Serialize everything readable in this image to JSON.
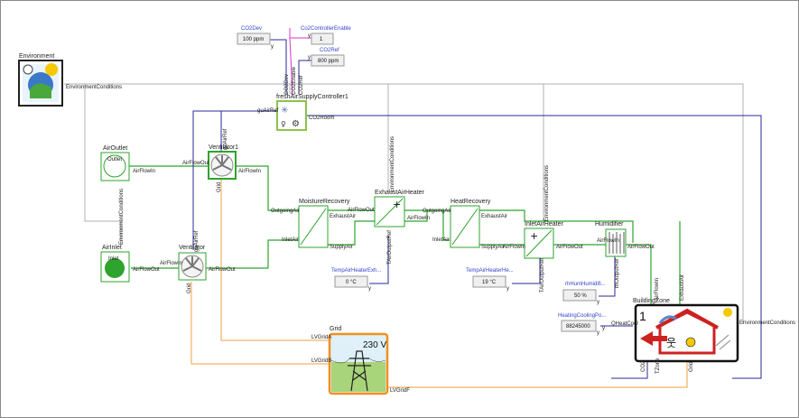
{
  "blocks": {
    "environment": {
      "title": "Environment",
      "port": "EnvironmentConditions"
    },
    "air_outlet": {
      "title": "AirOutlet",
      "inner": "Outlet",
      "port": "AirFlowIn"
    },
    "air_inlet": {
      "title": "AirInlet",
      "inner": "Inlet",
      "port": "AirFlowOut",
      "vert": "EnvironmentConditions"
    },
    "ventilator1": {
      "title": "Ventilator1",
      "in": "AirFlowIn",
      "out": "AirFlowOut",
      "ctrl": "guAirRef",
      "grid": "Grid"
    },
    "ventilator": {
      "title": "Ventilator",
      "in": "AirFlowIn",
      "out": "AirFlowOut",
      "ctrl": "guAirRef",
      "grid": "Grid"
    },
    "controller": {
      "title": "freshAirSupplyController1",
      "p1": "CO2Dev",
      "p2": "CO2Enable",
      "p3": "CO2Ref",
      "p4": "guAirRef",
      "p5": "CO2Room"
    },
    "co2dev": {
      "title": "CO2Dev",
      "value": "100 ppm"
    },
    "co2enable": {
      "title": "Co2ControllerEnable",
      "value": "1"
    },
    "co2ref": {
      "title": "CO2Ref",
      "value": "800 ppm"
    },
    "moisture_recovery": {
      "title": "MoistureRecovery",
      "p1": "OutgoingAir",
      "p2": "ExhaustAir",
      "p3": "InletAir",
      "p4": "SupplyAir"
    },
    "exhaust_heater": {
      "title": "ExhaustAirHeater",
      "p1": "AirFlowOut",
      "p2": "AirFlowIn",
      "p3": "TAirOutputRef",
      "env": "EnvironmentConditions"
    },
    "heat_recovery": {
      "title": "HeatRecovery",
      "p1": "OutgoingAir",
      "p2": "ExhaustAir",
      "p3": "InletAir",
      "p4": "SupplyAir"
    },
    "inlet_heater": {
      "title": "InletAirHeater",
      "p1": "AirFlowIn",
      "p2": "AirFlowOut",
      "p3": "TAirOutputRef",
      "env": "EnvironmentConditions"
    },
    "humidifier": {
      "title": "Humidifier",
      "p1": "AirFlowIn",
      "p2": "AirFlowOut",
      "p3": "rhOutputRef"
    },
    "temp_exhaust": {
      "title": "TempAirHeaterExh...",
      "value": "0 °C"
    },
    "temp_heater": {
      "title": "TempAirHeaterHe...",
      "value": "19 °C"
    },
    "rh_humid": {
      "title": "rhHumHumidifi...",
      "value": "50 %"
    },
    "heat_cool": {
      "title": "HeatingCoolingPo...",
      "value": "88245000"
    },
    "building": {
      "title": "BuildingZone",
      "number": "1",
      "p1": "QHeatCool",
      "p2": "AirFlowIn",
      "p3": "ExhaustAir",
      "p4": "EnvironmentConditions",
      "p5": "CO2",
      "p6": "TZone",
      "p7": "Grid"
    },
    "grid": {
      "title": "Grid",
      "voltage": "230 V",
      "p1": "LVGridA",
      "p2": "LVGridB",
      "p3": "LVGridF"
    }
  },
  "colors": {
    "air": "#2ea32e",
    "signal": "#2a2a9a",
    "power": "#f0a040",
    "env": "#b0b0b0",
    "enable": "#dd33cc"
  }
}
